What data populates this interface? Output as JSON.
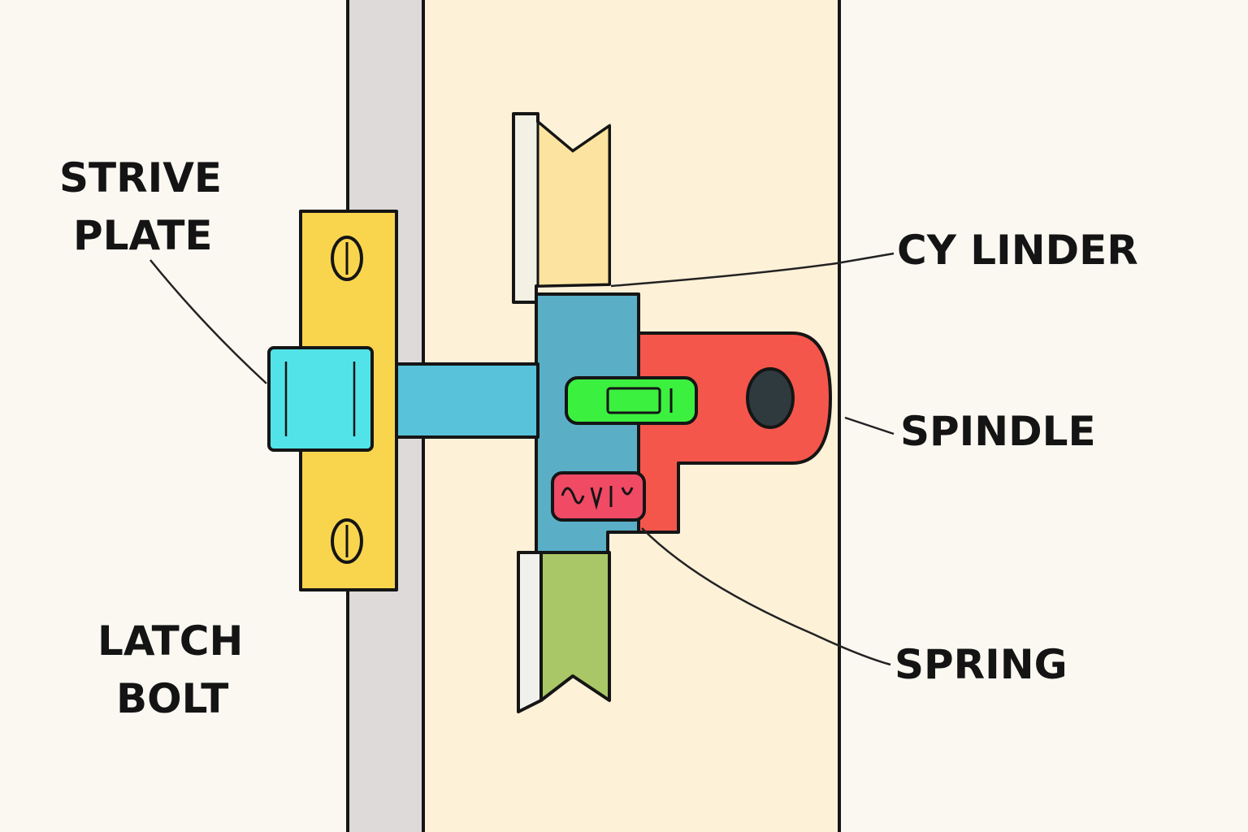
{
  "labels": {
    "strike_plate_line1": "STRIVE",
    "strike_plate_line2": "PLATE",
    "latch_bolt_line1": "LATCH",
    "latch_bolt_line2": "BOLT",
    "cylinder": "CY LINDER",
    "spindle": "SPINDLE",
    "spring": "SPRING"
  },
  "colors": {
    "background": "#FBF8F2",
    "door_frame": "#DEDADA",
    "door": "#FDF1D8",
    "strike_plate": "#F9D54E",
    "latch_bolt": "#52E3E8",
    "latch_bar": "#58C2DA",
    "cylinder_housing": "#5AAFC7",
    "cylinder_top": "#FCE3A0",
    "cylinder_bottom": "#A9C767",
    "spindle": "#F5564B",
    "spindle_pin": "#3BF03F",
    "spring": "#F04A65"
  }
}
